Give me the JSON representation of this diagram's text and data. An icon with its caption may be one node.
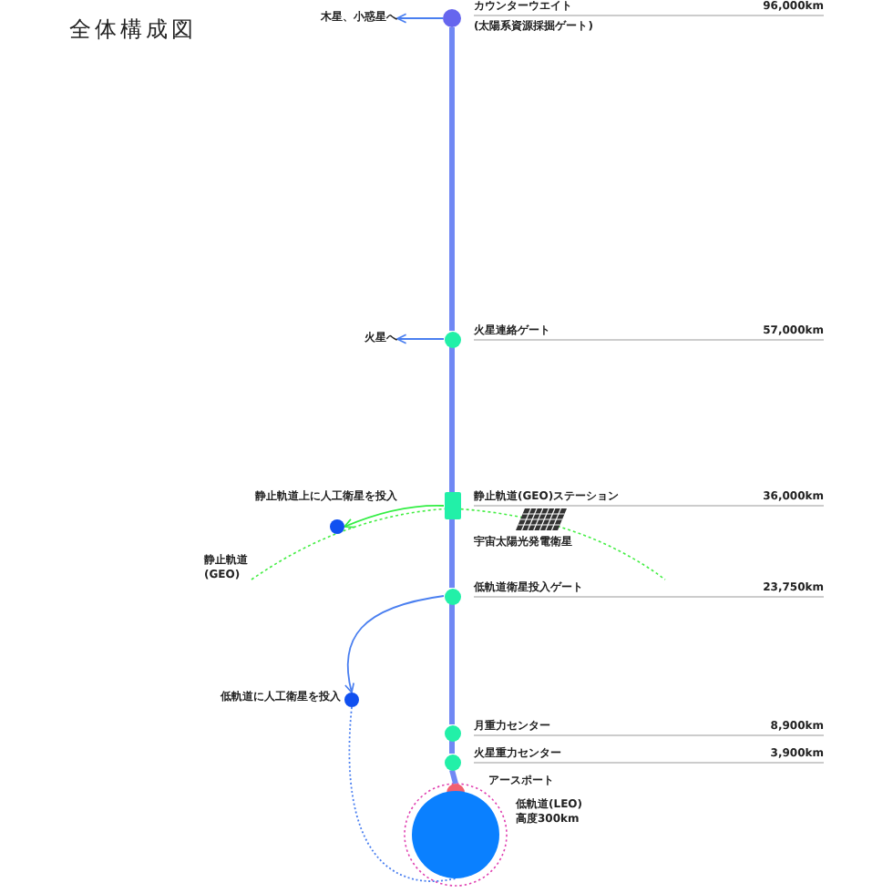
{
  "diagram": {
    "title": "全体構成図",
    "nodes": [
      {
        "text": [
          "カウンターウエイト",
          "(太陽系資源採掘ゲート)"
        ]
      },
      {
        "text": [
          "木星、小惑星へ"
        ]
      },
      {
        "text": [
          "火星連絡ゲート"
        ]
      },
      {
        "text": [
          "火星へ"
        ]
      },
      {
        "text": [
          "静止軌道(GEO)ステーション"
        ]
      },
      {
        "text": [
          "静止軌道上に人工衛星を投入"
        ]
      },
      {
        "text": [
          "宇宙太陽光発電衛星"
        ]
      },
      {
        "text": [
          "低軌道衛星投入ゲート"
        ]
      },
      {
        "text": [
          "低軌道に人工衛星を投入"
        ]
      },
      {
        "text": [
          "月重力センター"
        ]
      },
      {
        "text": [
          "火星重力センター"
        ]
      },
      {
        "text": [
          "アースポート"
        ]
      },
      {
        "text": [],
        "shape": "circle"
      }
    ],
    "edges": [
      {
        "from": 0,
        "to": 1,
        "arrow": "to"
      },
      {
        "from": 0,
        "to": 2,
        "arrow": "none"
      },
      {
        "from": 2,
        "to": 3,
        "arrow": "to"
      },
      {
        "from": 2,
        "to": 4,
        "arrow": "none"
      },
      {
        "from": 4,
        "to": 5,
        "arrow": "to",
        "color": "#33ee44"
      },
      {
        "from": 4,
        "to": 7,
        "arrow": "none"
      },
      {
        "from": 7,
        "to": 8,
        "arrow": "to"
      },
      {
        "from": 7,
        "to": 9,
        "arrow": "none"
      },
      {
        "from": 9,
        "to": 10,
        "arrow": "none"
      },
      {
        "from": 10,
        "to": 11,
        "arrow": "none"
      },
      {
        "from": 8,
        "to": 12,
        "arrow": "none",
        "style": "dashed"
      }
    ],
    "labels": [
      "96,000km",
      "57,000km",
      "36,000km",
      "静止軌道 (GEO)",
      "23,750km",
      "8,900km",
      "3,900km",
      "低軌道(LEO) 高度300km"
    ]
  }
}
